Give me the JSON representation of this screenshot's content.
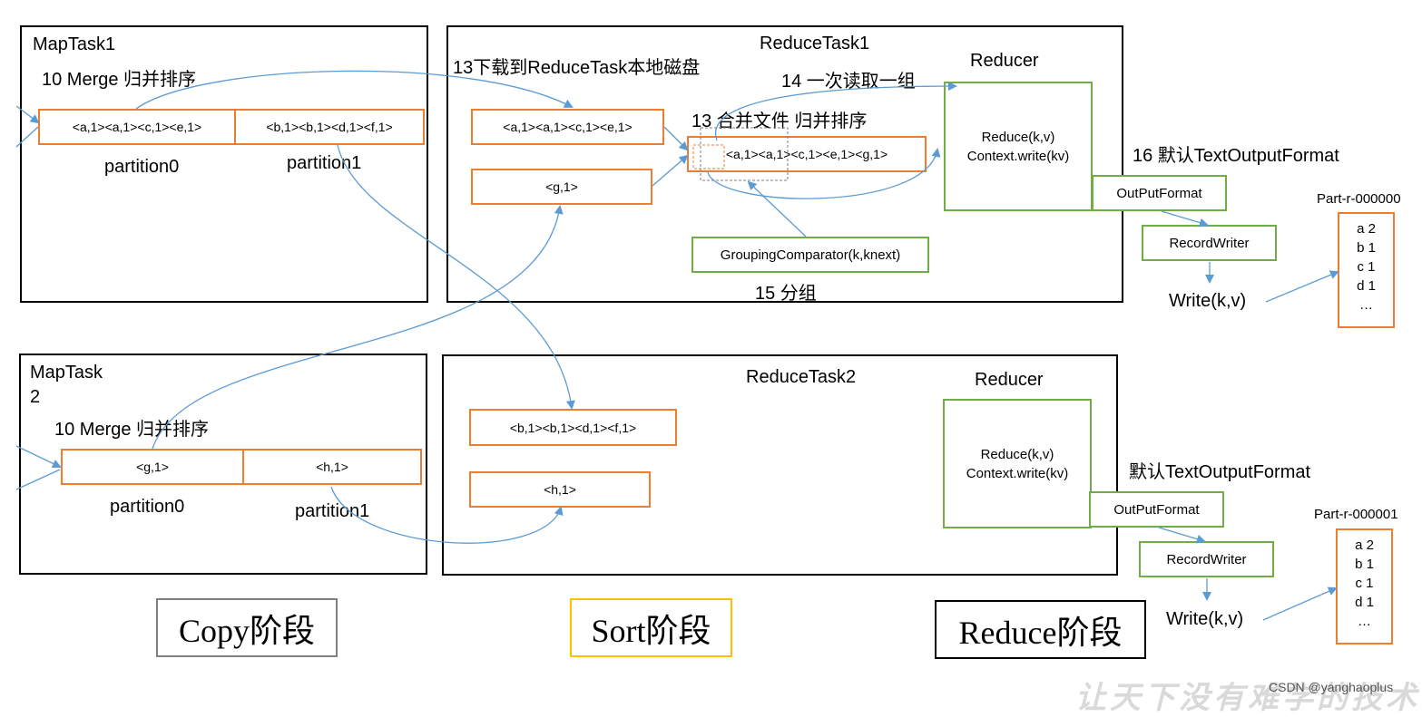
{
  "maptask1": {
    "title": "MapTask1",
    "merge_label": "10 Merge 归并排序",
    "partition0_content": "<a,1><a,1><c,1><e,1>",
    "partition1_content": "<b,1><b,1><d,1><f,1>",
    "partition0_label": "partition0",
    "partition1_label": "partition1"
  },
  "maptask2": {
    "title_line1": "MapTask",
    "title_line2": "2",
    "merge_label": "10 Merge 归并排序",
    "partition0_content": "<g,1>",
    "partition1_content": "<h,1>",
    "partition0_label": "partition0",
    "partition1_label": "partition1"
  },
  "reducetask1": {
    "title": "ReduceTask1",
    "download_label": "13下载到ReduceTask本地磁盘",
    "read_group_label": "14 一次读取一组",
    "merge_label": "13 合并文件 归并排序",
    "group_label": "15 分组",
    "file1": "<a,1><a,1><c,1><e,1>",
    "file2": "<g,1>",
    "merged": "<a,1><a,1><c,1><e,1><g,1>",
    "grouping": "GroupingComparator(k,knext)",
    "reducer_title": "Reducer",
    "reducer_line1": "Reduce(k,v)",
    "reducer_line2": "Context.write(kv)"
  },
  "reducetask2": {
    "title": "ReduceTask2",
    "file1": "<b,1><b,1><d,1><f,1>",
    "file2": "<h,1>",
    "reducer_title": "Reducer",
    "reducer_line1": "Reduce(k,v)",
    "reducer_line2": "Context.write(kv)"
  },
  "output1": {
    "format_label": "16 默认TextOutputFormat",
    "outputformat": "OutPutFormat",
    "recordwriter": "RecordWriter",
    "write": "Write(k,v)",
    "file_name": "Part-r-000000",
    "lines": [
      "a 2",
      "b 1",
      "c 1",
      "d 1",
      "…"
    ]
  },
  "output2": {
    "format_label": "默认TextOutputFormat",
    "outputformat": "OutPutFormat",
    "recordwriter": "RecordWriter",
    "write": "Write(k,v)",
    "file_name": "Part-r-000001",
    "lines": [
      "a 2",
      "b 1",
      "c 1",
      "d 1",
      "…"
    ]
  },
  "stages": {
    "copy": "Copy阶段",
    "sort": "Sort阶段",
    "reduce": "Reduce阶段"
  },
  "colors": {
    "orange": "#ed7d31",
    "green": "#70ad47",
    "arrow": "#5b9bd5",
    "copy_border": "#7f7f7f",
    "sort_border": "#ffc000",
    "reduce_border": "#000000"
  },
  "watermark": "让天下没有难学的技术",
  "credit": "CSDN @yanghaoplus"
}
